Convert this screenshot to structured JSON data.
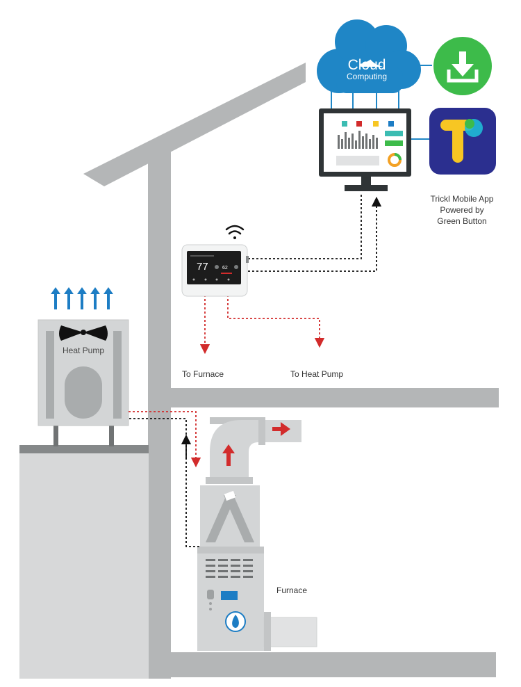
{
  "cloud": {
    "title": "Cloud",
    "subtitle": "Computing",
    "color": "#1f86c6"
  },
  "app": {
    "label_line1": "Trickl Mobile App",
    "label_line2": "Powered by",
    "label_line3": "Green Button",
    "download_color": "#3dbb4a",
    "logo_bg": "#2b2f8f",
    "logo_letter": "#f7c623"
  },
  "thermostat": {
    "temperature": "77",
    "setpoint": "62"
  },
  "labels": {
    "to_furnace": "To Furnace",
    "to_heat_pump": "To Heat Pump",
    "heat_pump": "Heat Pump",
    "furnace": "Furnace"
  },
  "colors": {
    "wall": "#b4b6b7",
    "unit": "#d3d5d6",
    "red_arrow": "#d22b2b",
    "blue_arrow": "#1d7dc4"
  }
}
